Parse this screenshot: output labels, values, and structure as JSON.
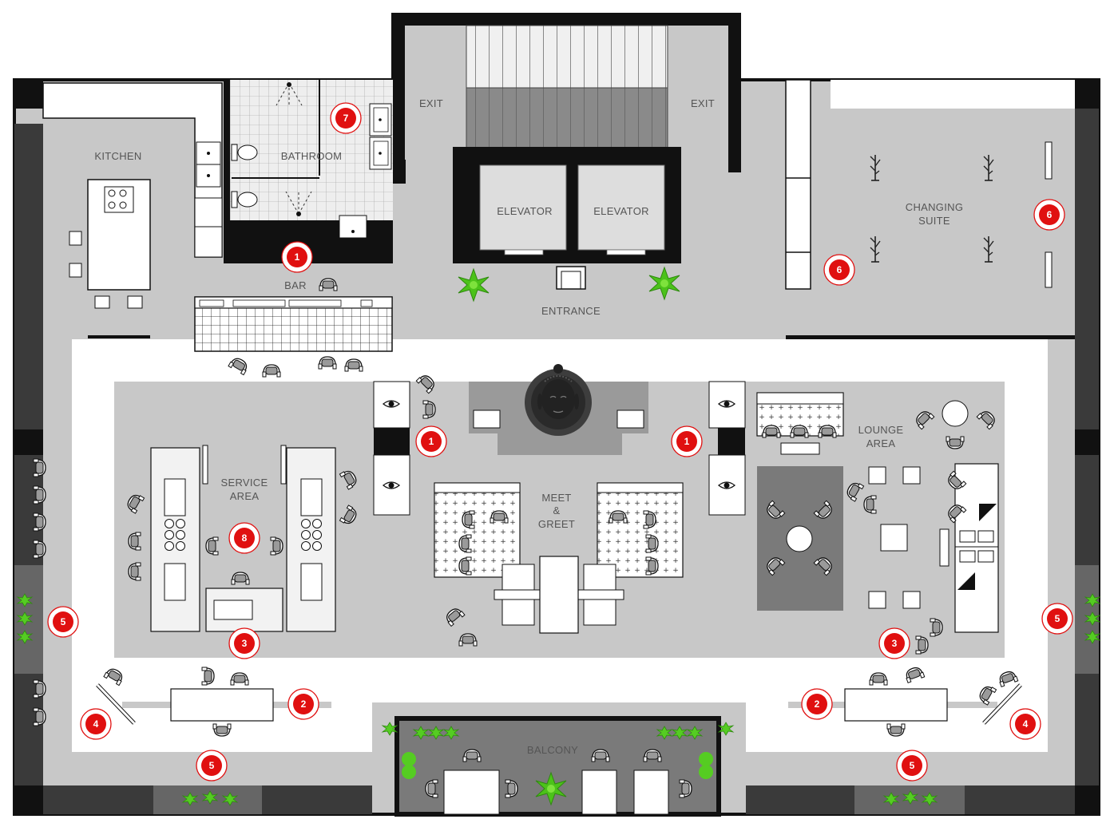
{
  "colors": {
    "wall": "#111111",
    "floor": "#c8c8c8",
    "floor_dark": "#b4b4b4",
    "walkway": "#ffffff",
    "dark_band": "#3a3a3a",
    "marker": "#e01010",
    "plant": "#55cc22",
    "rug": "#7a7a7a"
  },
  "labels": {
    "kitchen": "KITCHEN",
    "bathroom": "BATHROOM",
    "exit_left": "EXIT",
    "exit_right": "EXIT",
    "elevator_left": "ELEVATOR",
    "elevator_right": "ELEVATOR",
    "entrance": "ENTRANCE",
    "bar": "BAR",
    "changing_suite_line1": "CHANGING",
    "changing_suite_line2": "SUITE",
    "service_area_line1": "SERVICE",
    "service_area_line2": "AREA",
    "meet_greet_line1": "MEET",
    "meet_greet_line2": "&",
    "meet_greet_line3": "GREET",
    "lounge_area_line1": "LOUNGE",
    "lounge_area_line2": "AREA",
    "balcony": "BALCONY"
  },
  "markers": [
    {
      "id": "marker-1-bar",
      "num": "1"
    },
    {
      "id": "marker-1-left",
      "num": "1"
    },
    {
      "id": "marker-1-right",
      "num": "1"
    },
    {
      "id": "marker-2-left",
      "num": "2"
    },
    {
      "id": "marker-2-right",
      "num": "2"
    },
    {
      "id": "marker-3-left",
      "num": "3"
    },
    {
      "id": "marker-3-right",
      "num": "3"
    },
    {
      "id": "marker-4-left",
      "num": "4"
    },
    {
      "id": "marker-4-right",
      "num": "4"
    },
    {
      "id": "marker-5-left",
      "num": "5"
    },
    {
      "id": "marker-5-right",
      "num": "5"
    },
    {
      "id": "marker-5-bottom-left",
      "num": "5"
    },
    {
      "id": "marker-5-bottom-right",
      "num": "5"
    },
    {
      "id": "marker-6-left",
      "num": "6"
    },
    {
      "id": "marker-6-right",
      "num": "6"
    },
    {
      "id": "marker-7",
      "num": "7"
    },
    {
      "id": "marker-8",
      "num": "8"
    }
  ],
  "icons": {
    "statue": "buddha-statue-icon",
    "plant": "plant-icon",
    "chair": "chair-icon",
    "coat_rack": "coat-rack-icon",
    "eye": "eye-icon",
    "sink": "sink-icon",
    "toilet": "toilet-icon",
    "shower": "shower-icon"
  }
}
